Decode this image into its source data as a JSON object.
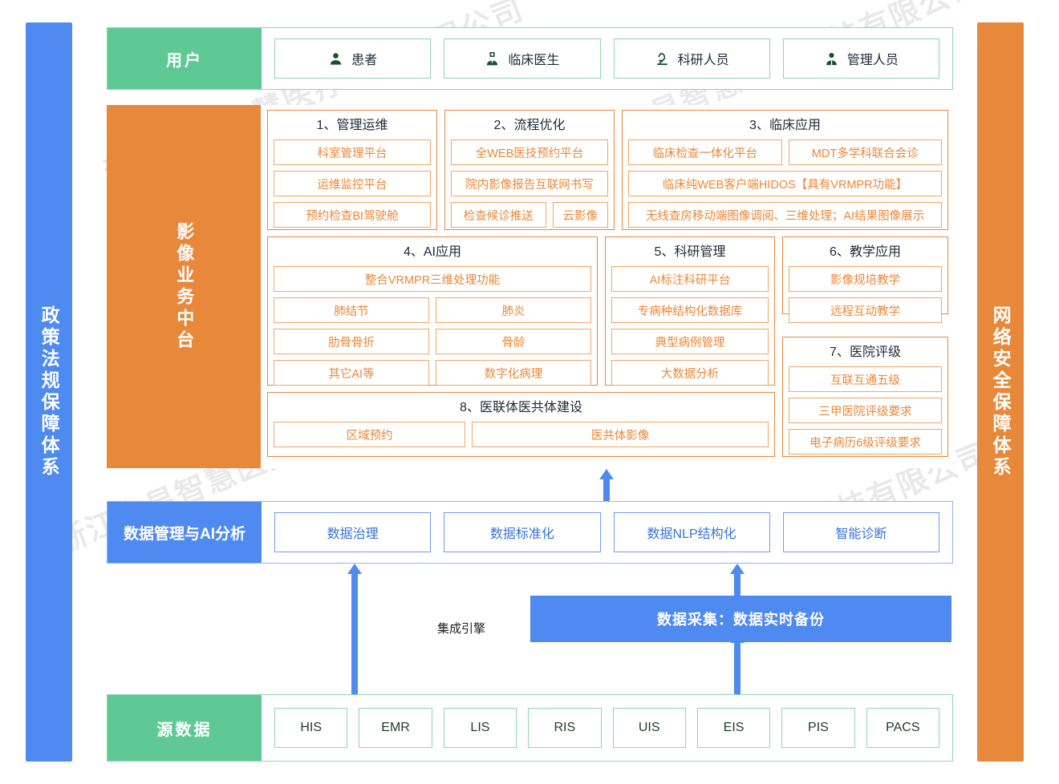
{
  "sidebars": {
    "left": {
      "label": "政策法规保障体系",
      "color": "#4F8AF0"
    },
    "right": {
      "label": "网络安全保障体系",
      "color": "#E8883A"
    }
  },
  "users_row": {
    "label": "用户",
    "items": [
      {
        "label": "患者",
        "icon": "user-icon"
      },
      {
        "label": "临床医生",
        "icon": "doctor-icon"
      },
      {
        "label": "科研人员",
        "icon": "microscope-icon"
      },
      {
        "label": "管理人员",
        "icon": "manager-icon"
      }
    ]
  },
  "platform_row": {
    "label": "影像业务中台",
    "groups": [
      {
        "title": "1、管理运维",
        "rows": [
          [
            "科室管理平台"
          ],
          [
            "运维监控平台"
          ],
          [
            "预约检查BI驾驶舱"
          ]
        ]
      },
      {
        "title": "2、流程优化",
        "rows": [
          [
            "全WEB医技预约平台"
          ],
          [
            "院内影像报告互联网书写"
          ],
          [
            "检查候诊推送",
            "云影像"
          ]
        ]
      },
      {
        "title": "3、临床应用",
        "rows": [
          [
            "临床检查一体化平台",
            "MDT多学科联合会诊"
          ],
          [
            "临床纯WEB客户端HIDOS【具有VRMPR功能】"
          ],
          [
            "无线查房移动端图像调阅、三维处理；AI结果图像展示"
          ]
        ]
      },
      {
        "title": "4、AI应用",
        "rows": [
          [
            "整合VRMPR三维处理功能"
          ],
          [
            "肺结节",
            "肺炎"
          ],
          [
            "肋骨骨折",
            "骨龄"
          ],
          [
            "其它AI等",
            "数字化病理"
          ]
        ]
      },
      {
        "title": "5、科研管理",
        "rows": [
          [
            "AI标注科研平台"
          ],
          [
            "专病种结构化数据库"
          ],
          [
            "典型病例管理"
          ],
          [
            "大数据分析"
          ]
        ]
      },
      {
        "title": "6、教学应用",
        "rows": [
          [
            "影像规培教学"
          ],
          [
            "远程互动教学"
          ]
        ]
      },
      {
        "title": "7、医院评级",
        "rows": [
          [
            "互联互通五级"
          ],
          [
            "三甲医院评级要求"
          ],
          [
            "电子病历6级评级要求"
          ]
        ]
      },
      {
        "title": "8、医联体医共体建设",
        "rows": [
          [
            "区域预约",
            "医共体影像"
          ]
        ]
      }
    ]
  },
  "data_row": {
    "label": "数据管理与AI分析",
    "items": [
      "数据治理",
      "数据标准化",
      "数据NLP结构化",
      "智能诊断"
    ]
  },
  "middle": {
    "engine_label": "集成引擎",
    "collect_label": "数据采集：数据实时备份"
  },
  "source_row": {
    "label": "源数据",
    "items": [
      "HIS",
      "EMR",
      "LIS",
      "RIS",
      "UIS",
      "EIS",
      "PIS",
      "PACS"
    ]
  },
  "watermark": {
    "text": "浙江卡易智慧医疗科技有限公司"
  },
  "colors": {
    "green": "#5FC995",
    "orange": "#E8883A",
    "blue": "#4F8AF0",
    "orange_box_border": "#F0A763",
    "blue_box_border": "#6F9DF2",
    "green_box_border": "#8FD6B4"
  }
}
